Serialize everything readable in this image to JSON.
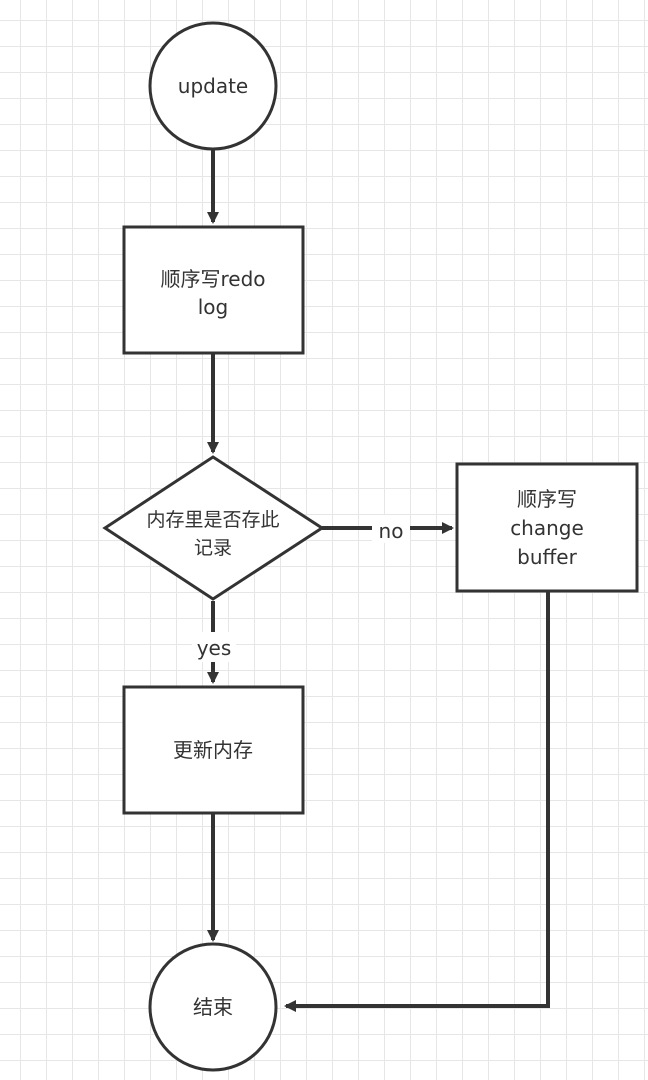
{
  "nodes": {
    "start": {
      "label": "update"
    },
    "write_redo": {
      "label_lines": [
        "顺序写redo",
        "log"
      ]
    },
    "decision": {
      "label_lines": [
        "内存里是否存此",
        "记录"
      ]
    },
    "write_change_buffer": {
      "label_lines": [
        "顺序写",
        "change",
        "buffer"
      ]
    },
    "update_memory": {
      "label": "更新内存"
    },
    "end": {
      "label": "结束"
    }
  },
  "edges": {
    "no_label": "no",
    "yes_label": "yes"
  }
}
